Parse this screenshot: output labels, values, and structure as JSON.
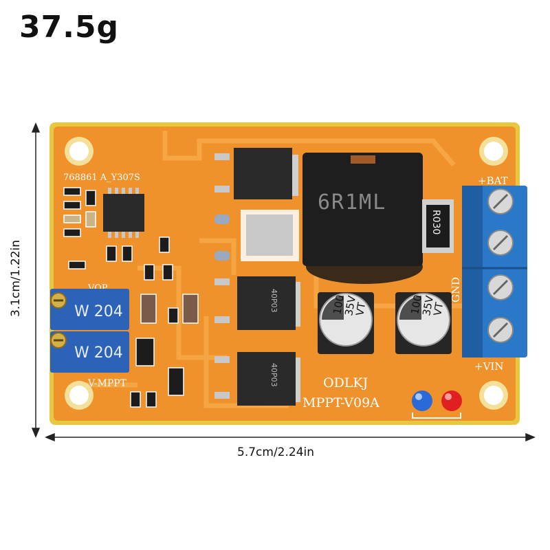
{
  "weight_label": "37.5g",
  "dimensions": {
    "width_label": "5.7cm/2.24in",
    "height_label": "3.1cm/1.22in"
  },
  "board": {
    "brand": "ODLKJ",
    "model": "MPPT-V09A",
    "serial": "768861 A_Y307S",
    "inductor_marking": "6R1ML",
    "resistor_marking": "R030",
    "mosfet_marking": "40P03",
    "capacitor_lines": [
      "100",
      "35V",
      "VT"
    ],
    "pot_marking": "W 204",
    "labels": {
      "bat": "+BAT",
      "gnd": "GND",
      "vin": "+VIN",
      "vmppt": "V-MPPT",
      "vop": "VOP"
    }
  },
  "colors": {
    "pcb": "#f0922c",
    "pcb_edge": "#e8c840",
    "terminal": "#2a78c8",
    "pot": "#2c62b8"
  }
}
